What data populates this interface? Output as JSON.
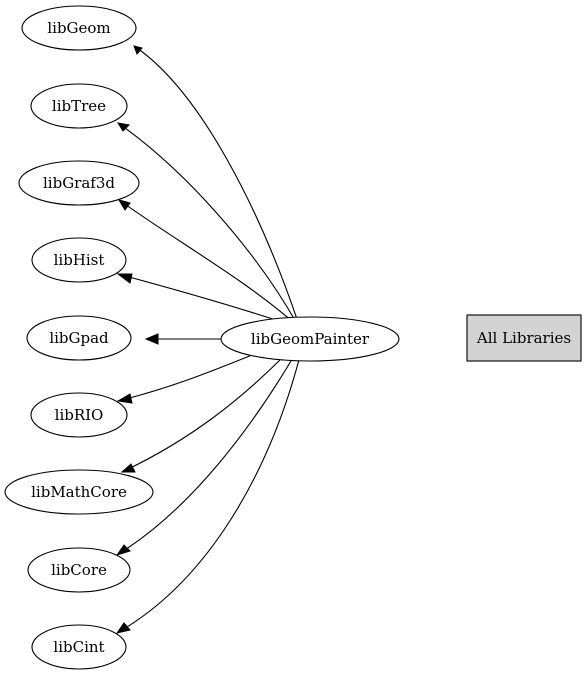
{
  "source_node": "libGeomPainter",
  "dependencies": [
    "libGeom",
    "libTree",
    "libGraf3d",
    "libHist",
    "libGpad",
    "libRIO",
    "libMathCore",
    "libCore",
    "libCint"
  ],
  "all_libraries_label": "All Libraries",
  "colors": {
    "stroke": "#000000",
    "node_fill": "#ffffff",
    "legend_fill": "#d3d3d3"
  }
}
